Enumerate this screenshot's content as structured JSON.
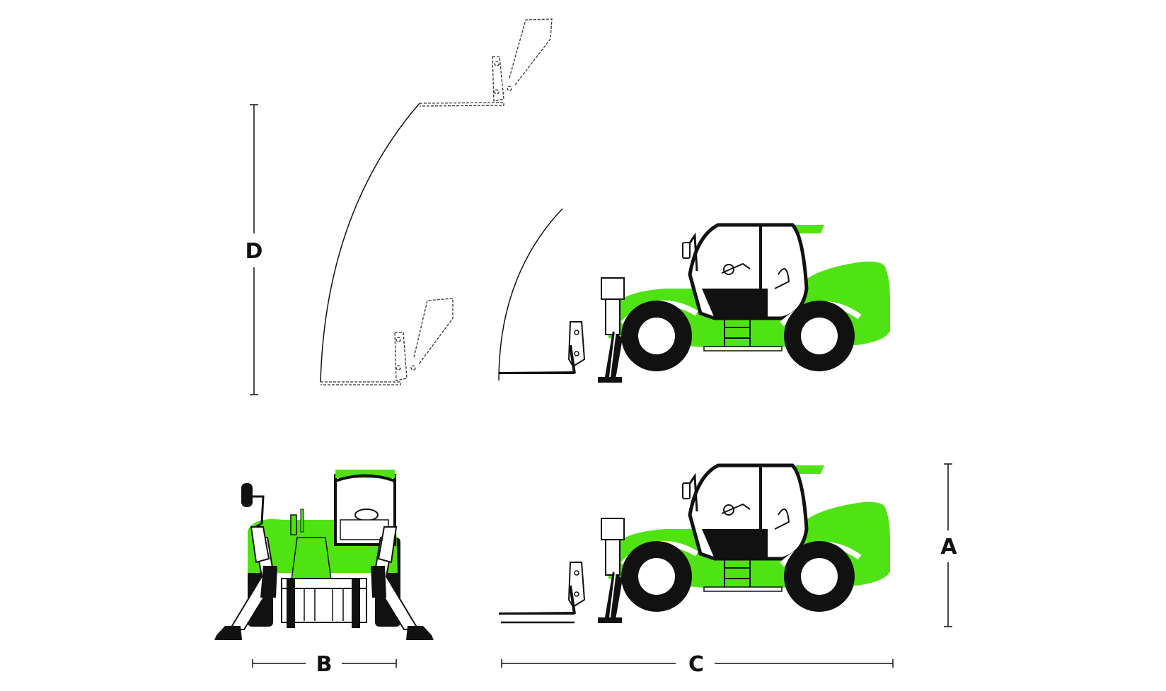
{
  "colors": {
    "body_green": "#4fe314",
    "outline": "#111111",
    "glass": "#ffffff",
    "tire": "#111111",
    "background": "#ffffff"
  },
  "icons": {
    "side_view": "telehandler-side-icon",
    "front_view": "telehandler-front-icon"
  },
  "dimensions": {
    "height_label": "A",
    "width_label": "B",
    "length_label": "C",
    "max_lift_label": "D"
  }
}
